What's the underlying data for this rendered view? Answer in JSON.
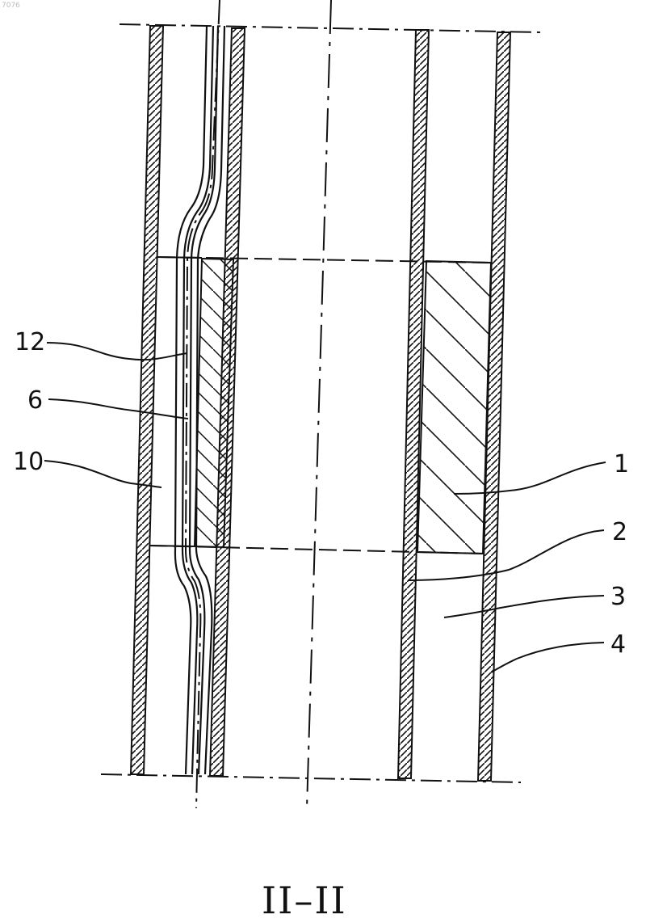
{
  "figure": {
    "corner_mark": "7076",
    "section_caption": "II–II",
    "labels": {
      "l12": "12",
      "l6": "6",
      "l10": "10",
      "l1": "1",
      "l2": "2",
      "l3": "3",
      "l4": "4"
    }
  },
  "colors": {
    "ink": "#111111",
    "background": "#ffffff"
  }
}
